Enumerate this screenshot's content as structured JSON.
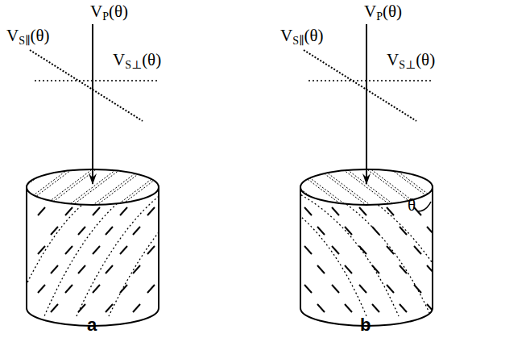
{
  "diagram": {
    "labels": [
      "VP(θ)",
      "VS∥(θ)",
      "VS⊥(θ)",
      "a",
      "VP(θ)",
      "VS∥(θ)",
      "VS⊥(θ)",
      "θ",
      "b"
    ]
  }
}
